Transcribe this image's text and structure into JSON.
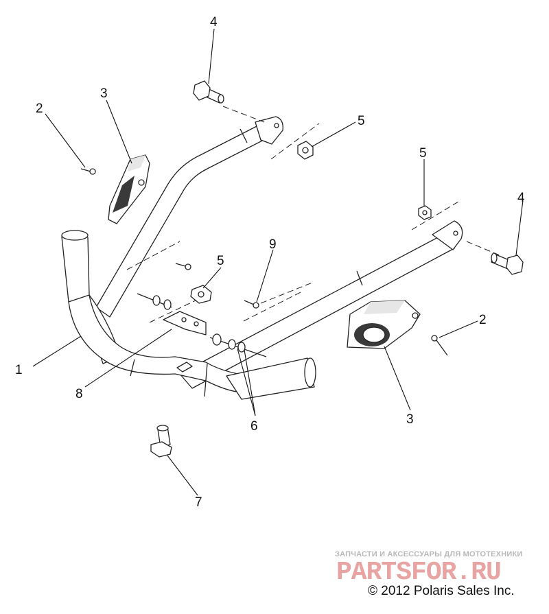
{
  "callouts": [
    {
      "label": "1"
    },
    {
      "label": "2"
    },
    {
      "label": "2"
    },
    {
      "label": "3"
    },
    {
      "label": "3"
    },
    {
      "label": "4"
    },
    {
      "label": "4"
    },
    {
      "label": "5"
    },
    {
      "label": "5"
    },
    {
      "label": "5"
    },
    {
      "label": "6"
    },
    {
      "label": "7"
    },
    {
      "label": "8"
    },
    {
      "label": "9"
    }
  ],
  "watermark": {
    "tagline": "ЗАПЧАСТИ И АКСЕССУАРЫ ДЛЯ МОТОТЕХНИКИ",
    "logo_text": "PARTSFOR.RU",
    "logo_color": "#e8a3a3"
  },
  "copyright": "© 2012 Polaris Sales Inc."
}
